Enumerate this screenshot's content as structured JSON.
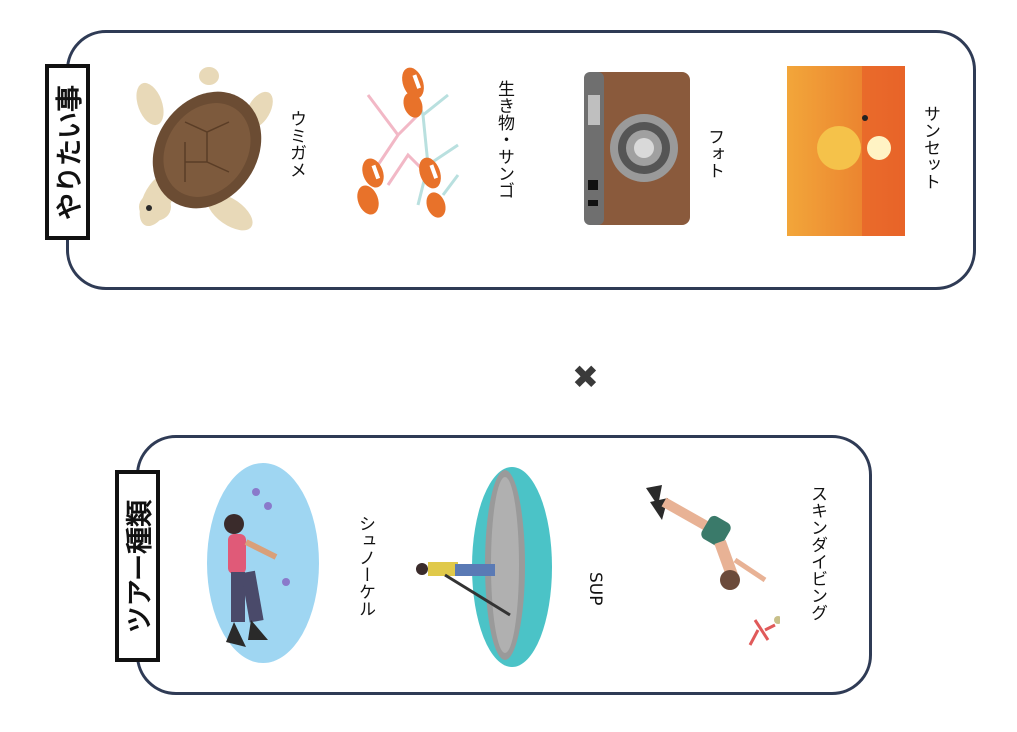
{
  "top_panel": {
    "title": "やりたい事",
    "items": [
      {
        "label": "ウミガメ",
        "icon": "sea-turtle-icon"
      },
      {
        "label": "生き物・サンゴ",
        "icon": "clownfish-coral-icon"
      },
      {
        "label": "フォト",
        "icon": "camera-icon"
      },
      {
        "label": "サンセット",
        "icon": "sunset-icon"
      }
    ]
  },
  "operator": "✖",
  "bottom_panel": {
    "title": "ツアー種類",
    "items": [
      {
        "label": "シュノーケル",
        "icon": "snorkeler-icon"
      },
      {
        "label": "SUP",
        "icon": "paddleboard-icon"
      },
      {
        "label": "スキンダイビング",
        "icon": "skin-diver-icon"
      }
    ]
  },
  "colors": {
    "panel_border": "#2f3b55",
    "sunset_orange": "#e8722a",
    "ocean_blue": "#9fd6f2",
    "turquoise": "#4bc3c7"
  }
}
